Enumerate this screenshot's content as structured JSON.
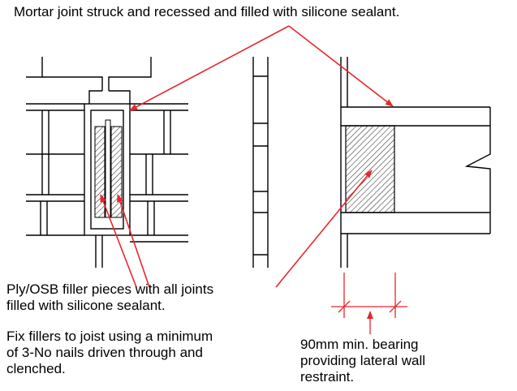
{
  "labels": {
    "mortar_joint": "Mortar joint struck and recessed and filled with silicone sealant.",
    "filler_pieces": [
      "Ply/OSB filler pieces with all joints",
      "filled with silicone sealant."
    ],
    "fix_fillers": [
      "Fix fillers to joist using a minimum",
      "of 3-No nails driven through and",
      "clenched."
    ],
    "bearing": [
      "90mm min. bearing",
      "providing lateral wall",
      "restraint."
    ]
  },
  "colors": {
    "linework": "#000000",
    "leader_arrows": "#e8262c",
    "background": "#ffffff"
  }
}
